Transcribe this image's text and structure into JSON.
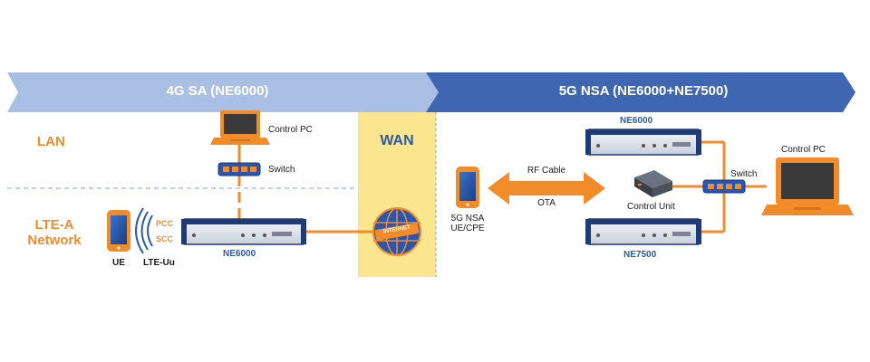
{
  "banners": {
    "left_title": "4G SA (NE6000)",
    "right_title": "5G NSA (NE6000+NE7500)"
  },
  "left": {
    "lan_label": "LAN",
    "lte_label_line1": "LTE-A",
    "lte_label_line2": "Network",
    "control_pc": "Control PC",
    "switch": "Switch",
    "ue": "UE",
    "pcc": "PCC",
    "scc": "SCC",
    "lte_uu": "LTE-Uu",
    "ne6000": "NE6000"
  },
  "wan": {
    "label": "WAN",
    "internet": "INTERNET"
  },
  "right": {
    "device_line1": "5G NSA",
    "device_line2": "UE/CPE",
    "rf_cable": "RF Cable",
    "ota": "OTA",
    "ne6000": "NE6000",
    "ne7500": "NE7500",
    "control_unit": "Control Unit",
    "switch": "Switch",
    "control_pc": "Control PC"
  },
  "colors": {
    "banner_left": "#a9bfe3",
    "banner_right": "#3f67b1",
    "orange": "#f28c2a",
    "wan_fill": "#fbe58f",
    "navy": "#1f3b77"
  }
}
